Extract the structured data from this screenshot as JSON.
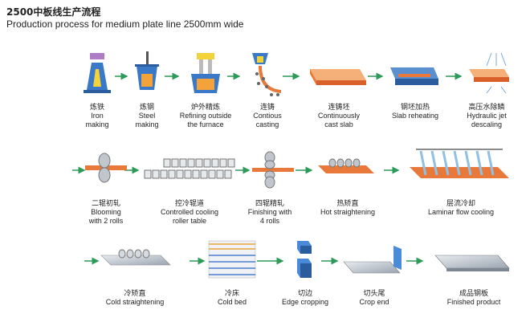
{
  "title_zh": "2500中板线生产流程",
  "title_en": "Production process for medium plate line 2500mm wide",
  "steps": [
    {
      "zh": "炼铁",
      "en": "Iron\nmaking"
    },
    {
      "zh": "炼钢",
      "en": "Steel\nmaking"
    },
    {
      "zh": "炉外精炼",
      "en": "Refining outside\nthe furnace"
    },
    {
      "zh": "连铸",
      "en": "Contious\ncasting"
    },
    {
      "zh": "连铸坯",
      "en": "Continuously\ncast slab"
    },
    {
      "zh": "钢坯加热",
      "en": "Slab reheating"
    },
    {
      "zh": "高压水除鳞",
      "en": "Hydraulic jet\ndescaling"
    },
    {
      "zh": "二辊初轧",
      "en": "Blooming\nwith 2 rolls"
    },
    {
      "zh": "控冷辊道",
      "en": "Controlled cooling\nroller table"
    },
    {
      "zh": "四辊精轧",
      "en": "Finishing with\n4 rolls"
    },
    {
      "zh": "热矫直",
      "en": "Hot straightening"
    },
    {
      "zh": "层流冷却",
      "en": "Laminar flow cooling"
    },
    {
      "zh": "冷矫直",
      "en": "Cold straightening"
    },
    {
      "zh": "冷床",
      "en": "Cold bed"
    },
    {
      "zh": "切边",
      "en": "Edge cropping"
    },
    {
      "zh": "切头尾",
      "en": "Crop end"
    },
    {
      "zh": "成品钢板",
      "en": "Finished product"
    }
  ],
  "colors": {
    "arrow": "#2e9a5a",
    "steel_hot": "#e8793a",
    "steel_cold": "#9aa4b0",
    "blue": "#3a78c8",
    "yellow": "#f4d23a"
  }
}
